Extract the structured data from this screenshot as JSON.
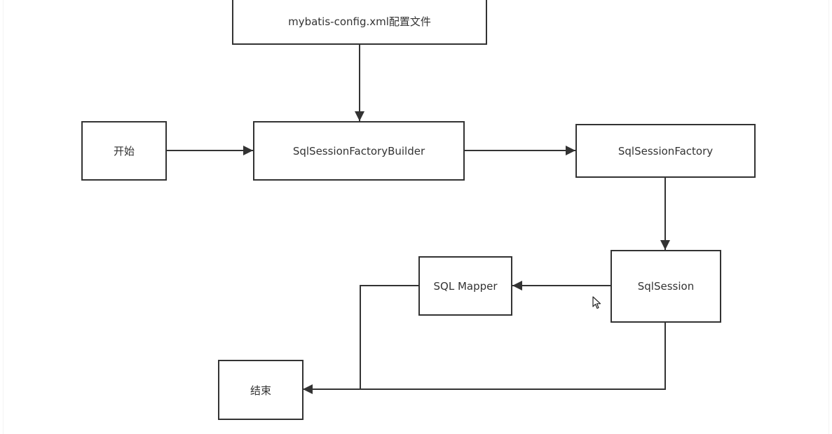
{
  "diagram": {
    "nodes": {
      "config": "mybatis-config.xml配置文件",
      "start": "开始",
      "builder": "SqlSessionFactoryBuilder",
      "factory": "SqlSessionFactory",
      "session": "SqlSession",
      "mapper": "SQL Mapper",
      "end": "结束"
    },
    "edges": [
      {
        "from": "config",
        "to": "builder"
      },
      {
        "from": "start",
        "to": "builder"
      },
      {
        "from": "builder",
        "to": "factory"
      },
      {
        "from": "factory",
        "to": "session"
      },
      {
        "from": "session",
        "to": "mapper"
      },
      {
        "from": "mapper",
        "to": "end"
      },
      {
        "from": "session",
        "to": "end"
      }
    ],
    "colors": {
      "stroke": "#333333",
      "text": "#333333",
      "background": "#ffffff"
    }
  }
}
